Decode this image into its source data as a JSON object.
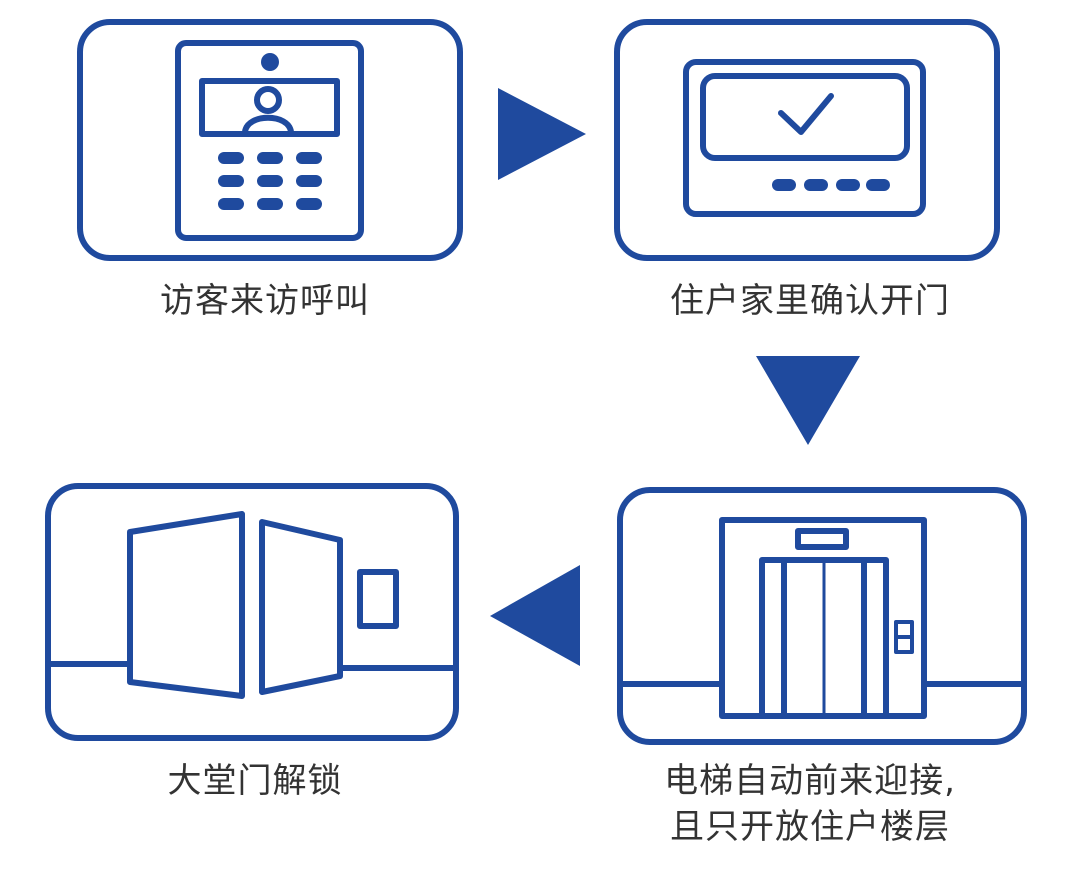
{
  "colors": {
    "stroke": "#1F4A9E",
    "arrow": "#1F4A9E",
    "text": "#333333",
    "background": "#ffffff"
  },
  "steps": [
    {
      "icon": "intercom-panel-icon",
      "label": "访客来访呼叫"
    },
    {
      "icon": "indoor-monitor-check-icon",
      "label": "住户家里确认开门"
    },
    {
      "icon": "elevator-icon",
      "label_line1": "电梯自动前来迎接,",
      "label_line2": "且只开放住户楼层"
    },
    {
      "icon": "lobby-door-open-icon",
      "label": "大堂门解锁"
    }
  ]
}
